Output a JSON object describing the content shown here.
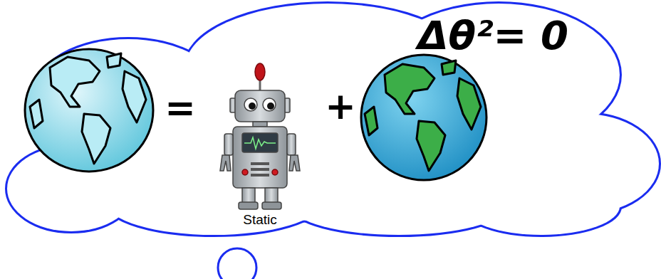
{
  "diagram": {
    "labels": [
      "=",
      "Static",
      "+",
      "Δθ²= 0"
    ]
  }
}
